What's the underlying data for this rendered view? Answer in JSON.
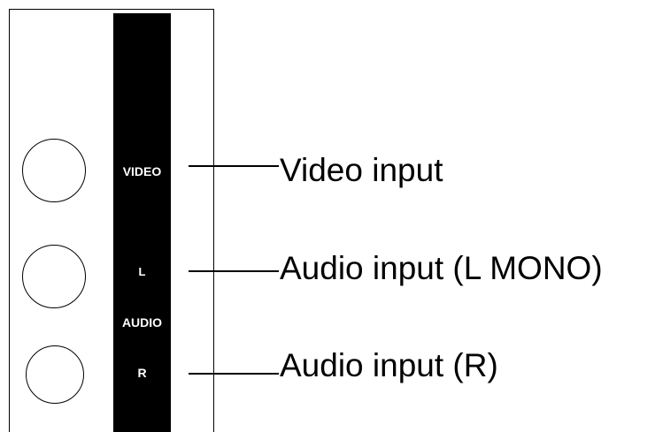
{
  "panel": {
    "labels": {
      "video": "VIDEO",
      "audio_l": "L",
      "audio": "AUDIO",
      "audio_r": "R"
    }
  },
  "callouts": {
    "video": "Video input",
    "audio_l": "Audio input (L MONO)",
    "audio_r": "Audio input (R)"
  },
  "colors": {
    "strip": "#000000",
    "background": "#ffffff",
    "text": "#000000"
  }
}
